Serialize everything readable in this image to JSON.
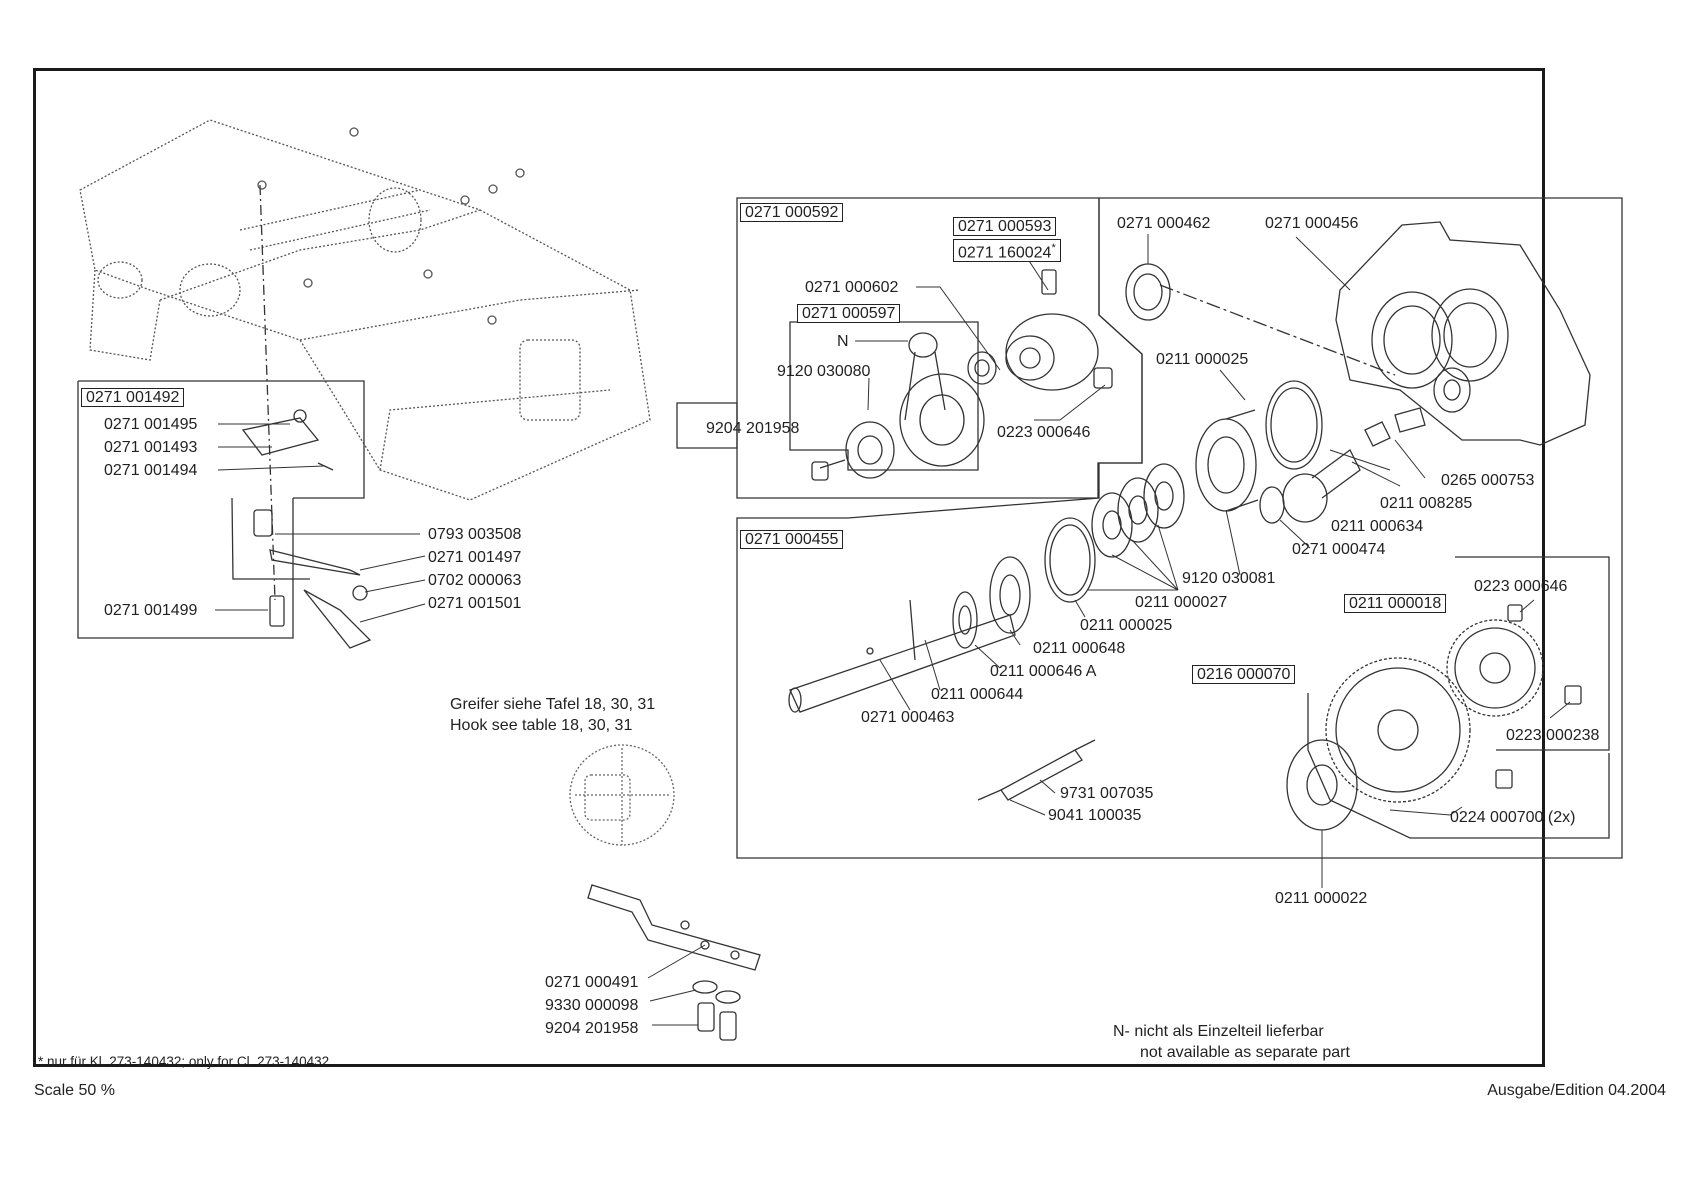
{
  "parts": {
    "p0271001492": "0271 001492",
    "p0271001495": "0271 001495",
    "p0271001493": "0271 001493",
    "p0271001494": "0271 001494",
    "p0793003508": "0793 003508",
    "p0271001497": "0271 001497",
    "p0702000063": "0702 000063",
    "p0271001501": "0271 001501",
    "p0271001499": "0271 001499",
    "p0271000592": "0271 000592",
    "p0271000593": "0271 000593",
    "p0271160024": "0271 160024",
    "p0271160024_mark": "*",
    "p0271000462": "0271 000462",
    "p0271000456": "0271 000456",
    "p0271000602": "0271 000602",
    "p0271000597": "0271 000597",
    "pN": "N",
    "p9120030080": "9120 030080",
    "p9204201958a": "9204 201958",
    "p0223000646a": "0223 000646",
    "p0211000025a": "0211 000025",
    "p0265000753": "0265 000753",
    "p0211008285": "0211 008285",
    "p0211000634": "0211 000634",
    "p0271000474": "0271 000474",
    "p9120030081": "9120 030081",
    "p0271000455": "0271 000455",
    "p0211000027": "0211 000027",
    "p0211000025b": "0211 000025",
    "p0211000648": "0211 000648",
    "p0211000646A": "0211 000646 A",
    "p0211000644": "0211 000644",
    "p0271000463": "0271 000463",
    "p0223000646b": "0223 000646",
    "p0211000018": "0211 000018",
    "p0216000070": "0216 000070",
    "p0223000238": "0223 000238",
    "p0224000700": "0224 000700 (2x)",
    "p9731007035": "9731 007035",
    "p9041100035": "9041 100035",
    "p0211000022": "0211 000022",
    "p0271000491": "0271 000491",
    "p9330000098": "9330 000098",
    "p9204201958b": "9204 201958"
  },
  "notes": {
    "hook_de": "Greifer siehe Tafel 18, 30, 31",
    "hook_en": "Hook see table 18, 30, 31",
    "n_de": "N- nicht als Einzelteil lieferbar",
    "n_en": "not available as separate part",
    "footnote": "* nur für Kl. 273-140432; only for Cl. 273-140432"
  },
  "footer": {
    "scale": "Scale 50 %",
    "edition": "Ausgabe/Edition 04.2004"
  }
}
